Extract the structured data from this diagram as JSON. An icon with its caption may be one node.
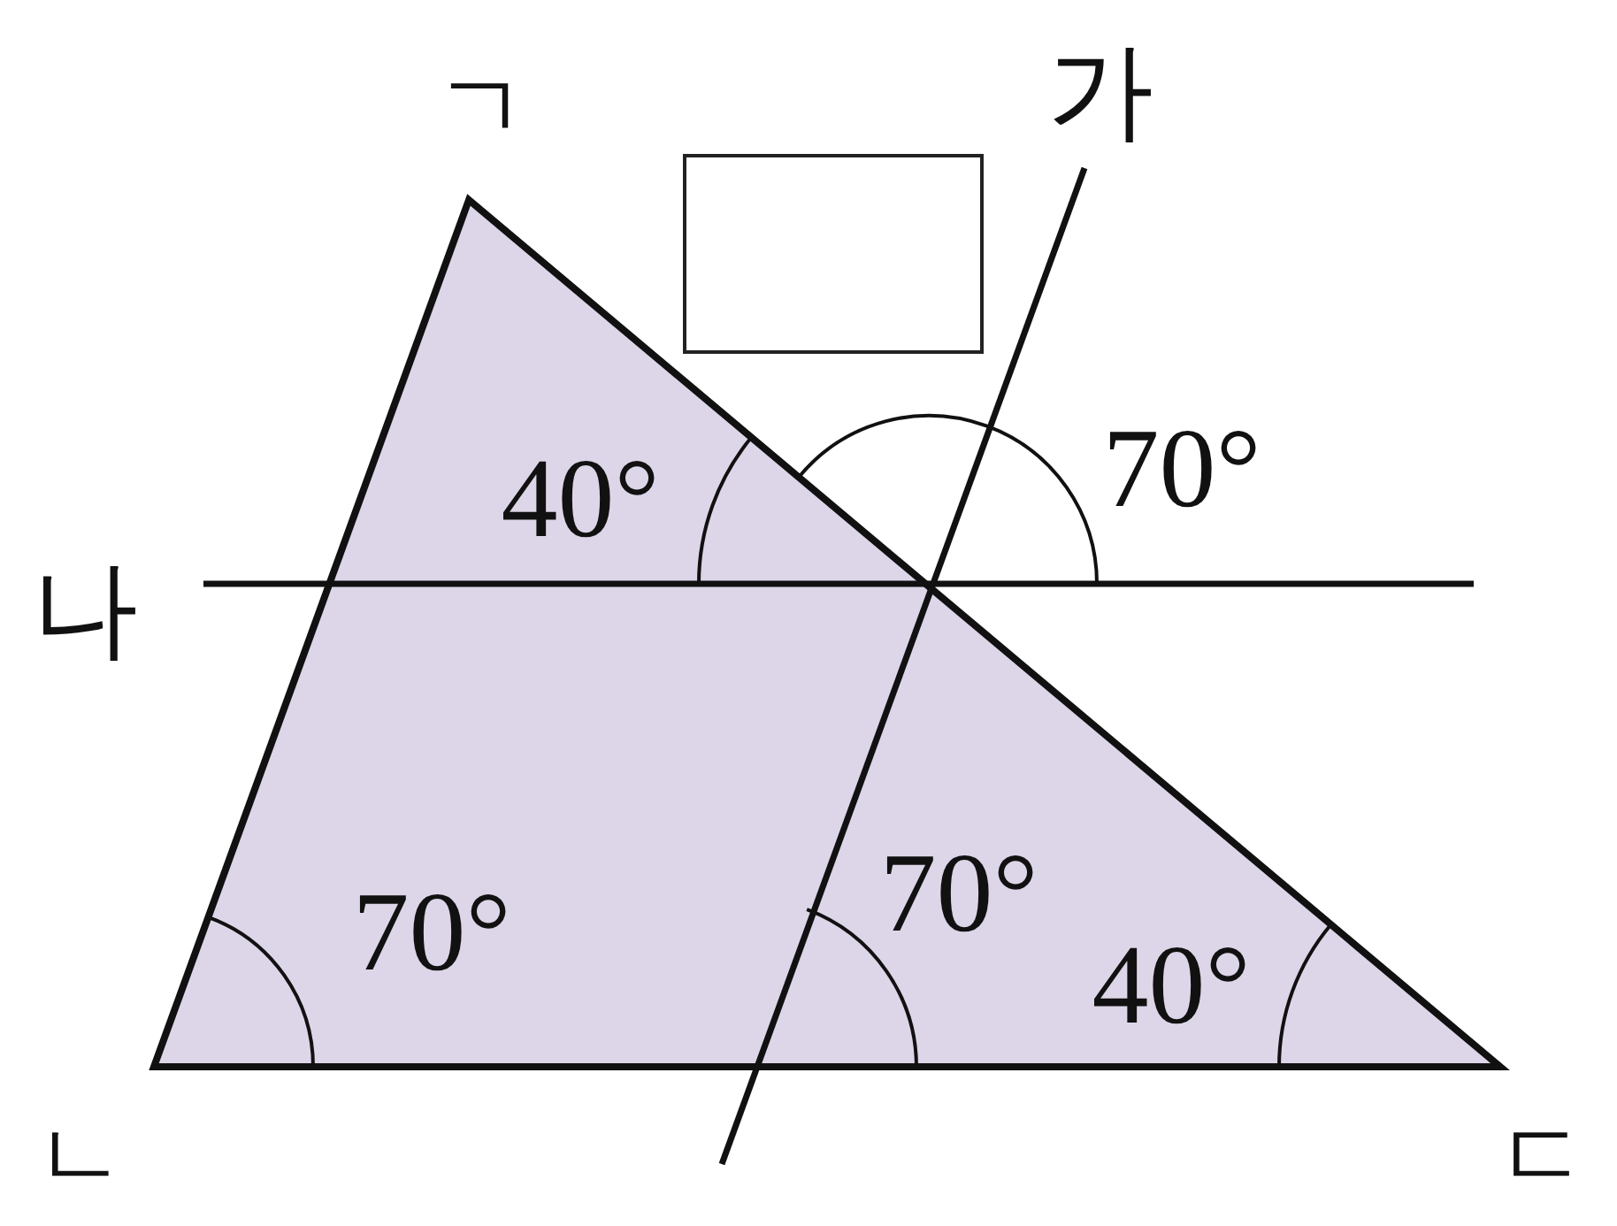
{
  "diagram": {
    "nodes": [
      {
        "text": [],
        "shape": "box"
      }
    ],
    "labels": [
      "ㄱ",
      "가",
      "70°",
      "40°",
      "나",
      "70°",
      "70°",
      "40°",
      "ㄴ",
      "ㄷ"
    ]
  }
}
